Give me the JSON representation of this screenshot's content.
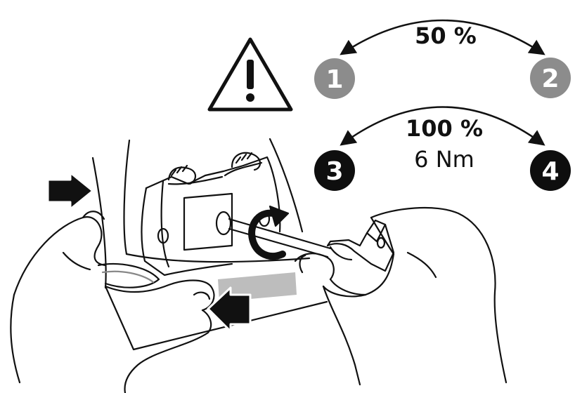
{
  "colors": {
    "line": "#111111",
    "gray_step": "#8c8c8c",
    "black_step": "#0e0e0e",
    "step_text": "#ffffff",
    "accent_gray": "#bdbdbd"
  },
  "icons": [
    "warning-triangle-icon",
    "push-arrow-icon",
    "rotate-arrow-icon",
    "double-headed-arc-arrow-icon"
  ],
  "steps": [
    {
      "number": "1"
    },
    {
      "number": "2"
    },
    {
      "number": "3"
    },
    {
      "number": "4"
    }
  ],
  "torque": {
    "first_pass": {
      "percent": "50 %"
    },
    "second_pass": {
      "percent": "100 %",
      "value": "6 Nm"
    }
  }
}
